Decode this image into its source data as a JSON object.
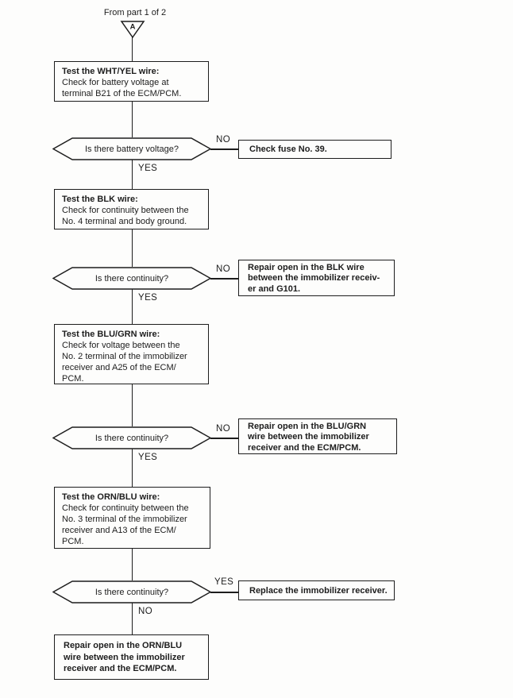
{
  "colors": {
    "ink": "#1d1d1d",
    "paper": "#fdfdfc"
  },
  "header": {
    "from_note": "From part 1 of 2",
    "marker": "A"
  },
  "boxes": {
    "b1": {
      "title": "Test the WHT/YEL wire:",
      "body": [
        "Check for battery voltage at",
        "terminal B21 of the ECM/PCM."
      ]
    },
    "b2": {
      "title": "Test the BLK wire:",
      "body": [
        "Check for continuity between the",
        "No. 4 terminal and body ground."
      ]
    },
    "b3": {
      "title": "Test the BLU/GRN wire:",
      "body": [
        "Check for voltage between the",
        "No. 2 terminal of the immobilizer",
        "receiver and A25 of the ECM/",
        "PCM."
      ]
    },
    "b4": {
      "title": "Test the ORN/BLU wire:",
      "body": [
        "Check for continuity between the",
        "No. 3 terminal of the immobilizer",
        "receiver and A13 of the ECM/",
        "PCM."
      ]
    },
    "b5": {
      "body": [
        "Repair open in the ORN/BLU",
        "wire between the immobilizer",
        "receiver and the ECM/PCM."
      ]
    }
  },
  "decisions": {
    "d1": {
      "question": "Is there battery voltage?",
      "side_label": "NO",
      "down_label": "YES"
    },
    "d2": {
      "question": "Is there continuity?",
      "side_label": "NO",
      "down_label": "YES"
    },
    "d3": {
      "question": "Is there continuity?",
      "side_label": "NO",
      "down_label": "YES"
    },
    "d4": {
      "question": "Is there continuity?",
      "side_label": "YES",
      "down_label": "NO"
    }
  },
  "actions": {
    "a1": {
      "body": [
        "Check fuse No. 39."
      ]
    },
    "a2": {
      "body": [
        "Repair open in the BLK wire",
        "between the immobilizer receiv-",
        "er and G101."
      ]
    },
    "a3": {
      "body": [
        "Repair open in the BLU/GRN",
        "wire between the immobilizer",
        "receiver and the ECM/PCM."
      ]
    },
    "a4": {
      "body": [
        "Replace the immobilizer receiver."
      ]
    }
  }
}
